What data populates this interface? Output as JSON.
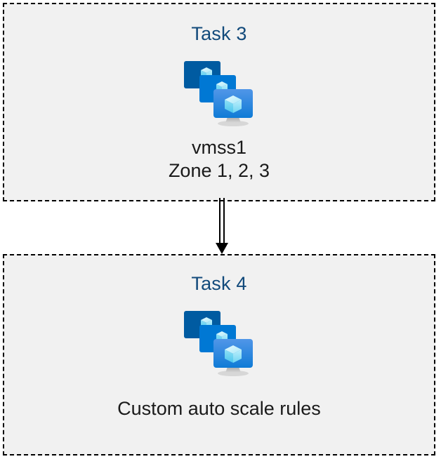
{
  "diagram": {
    "type": "flow",
    "background_color": "#ffffff",
    "box_fill_color": "#f1f1f1",
    "box_border_color": "#000000",
    "box_border_style": "dashed",
    "title_color": "#124a7b",
    "caption_color": "#1a1a1a"
  },
  "boxes": [
    {
      "id": "task3",
      "title": "Task 3",
      "icon": "azure-vm-scale-set-icon",
      "caption_lines": [
        "vmss1",
        "Zone 1, 2, 3"
      ]
    },
    {
      "id": "task4",
      "title": "Task 4",
      "icon": "azure-vm-scale-set-icon",
      "caption_lines": [
        "Custom auto scale rules"
      ]
    }
  ],
  "connector": {
    "name": "arrow-task3-to-task4",
    "from": "task3",
    "to": "task4",
    "direction": "down",
    "style": "double-line-with-solid-arrowhead",
    "color": "#000000"
  },
  "icon_colors": {
    "monitor_back": "#005BA1",
    "monitor_middle": "#0078D4",
    "monitor_front_top": "#5196E8",
    "monitor_front_bottom": "#0F7BD6",
    "cube_light": "#C9F0FB",
    "cube_mid": "#7FDDF7",
    "cube_dark": "#32BEEB",
    "stand": "#A6A6A6"
  }
}
